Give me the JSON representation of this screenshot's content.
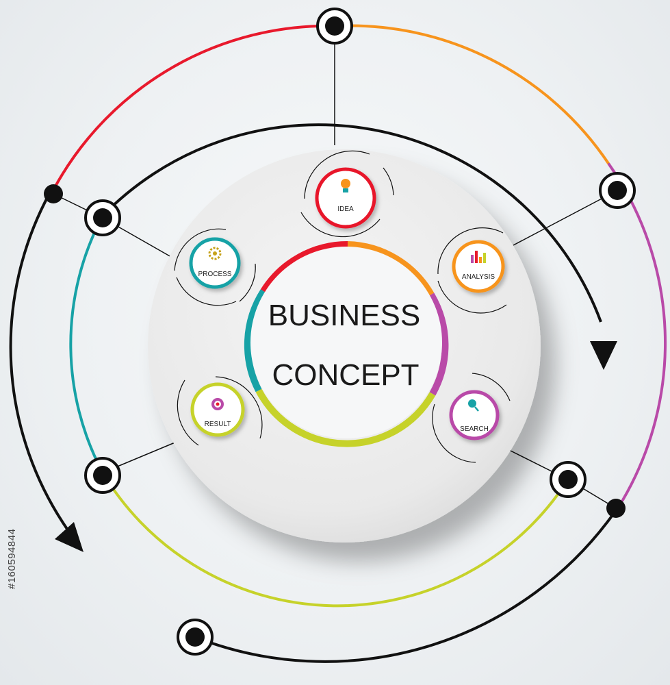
{
  "title": {
    "line1": "BUSINESS",
    "line2": "CONCEPT"
  },
  "nodes": [
    {
      "id": "idea",
      "label": "IDEA",
      "color": "#e8192c",
      "icon": "lightbulb-icon"
    },
    {
      "id": "analysis",
      "label": "ANALYSIS",
      "color": "#f7941d",
      "icon": "bar-chart-icon"
    },
    {
      "id": "search",
      "label": "SEARCH",
      "color": "#b94aa8",
      "icon": "magnifier-icon"
    },
    {
      "id": "result",
      "label": "RESULT",
      "color": "#c6d22a",
      "icon": "target-icon"
    },
    {
      "id": "process",
      "label": "PROCESS",
      "color": "#17a2a6",
      "icon": "gear-icon"
    }
  ],
  "colors": {
    "red": "#e8192c",
    "orange": "#f7941d",
    "magenta": "#b94aa8",
    "lime": "#c6d22a",
    "teal": "#17a2a6",
    "line": "#111111"
  },
  "watermark": {
    "stock_id": "#160594844"
  }
}
